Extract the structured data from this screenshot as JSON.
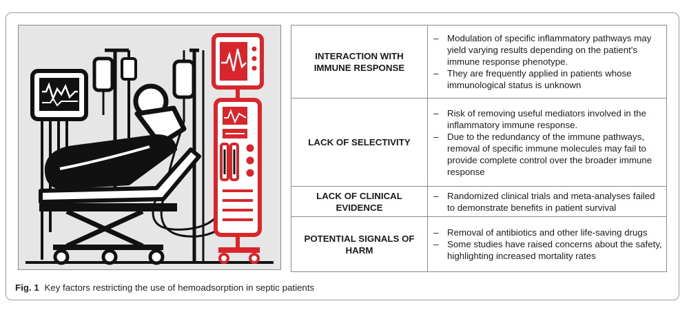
{
  "figure": {
    "label": "Fig. 1",
    "caption": "Key factors restricting the use of hemoadsorption in septic patients"
  },
  "illustration": {
    "icon": "hospital-bed-hemoadsorption-machine",
    "accent_color": "#d9262c",
    "ink_color": "#111111",
    "background_color": "#e6e6e6"
  },
  "rows": [
    {
      "factor": "INTERACTION WITH IMMUNE RESPONSE",
      "points": [
        "Modulation of specific inflammatory pathways may yield varying results depending on the patient's immune response phenotype.",
        "They are frequently applied in patients whose immunological status is unknown"
      ]
    },
    {
      "factor": "LACK OF SELECTIVITY",
      "points": [
        "Risk of removing useful mediators involved in the inflammatory immune response.",
        "Due to the redundancy of the immune pathways, removal of specific immune molecules may fail to provide complete control over the broader immune response"
      ]
    },
    {
      "factor": "LACK OF CLINICAL EVIDENCE",
      "points": [
        "Randomized clinical trials and meta-analyses failed to demonstrate benefits in patient survival"
      ]
    },
    {
      "factor": "POTENTIAL SIGNALS OF HARM",
      "points": [
        "Removal of antibiotics and other life-saving drugs",
        "Some studies have raised concerns about the safety, highlighting increased mortality rates"
      ]
    }
  ]
}
